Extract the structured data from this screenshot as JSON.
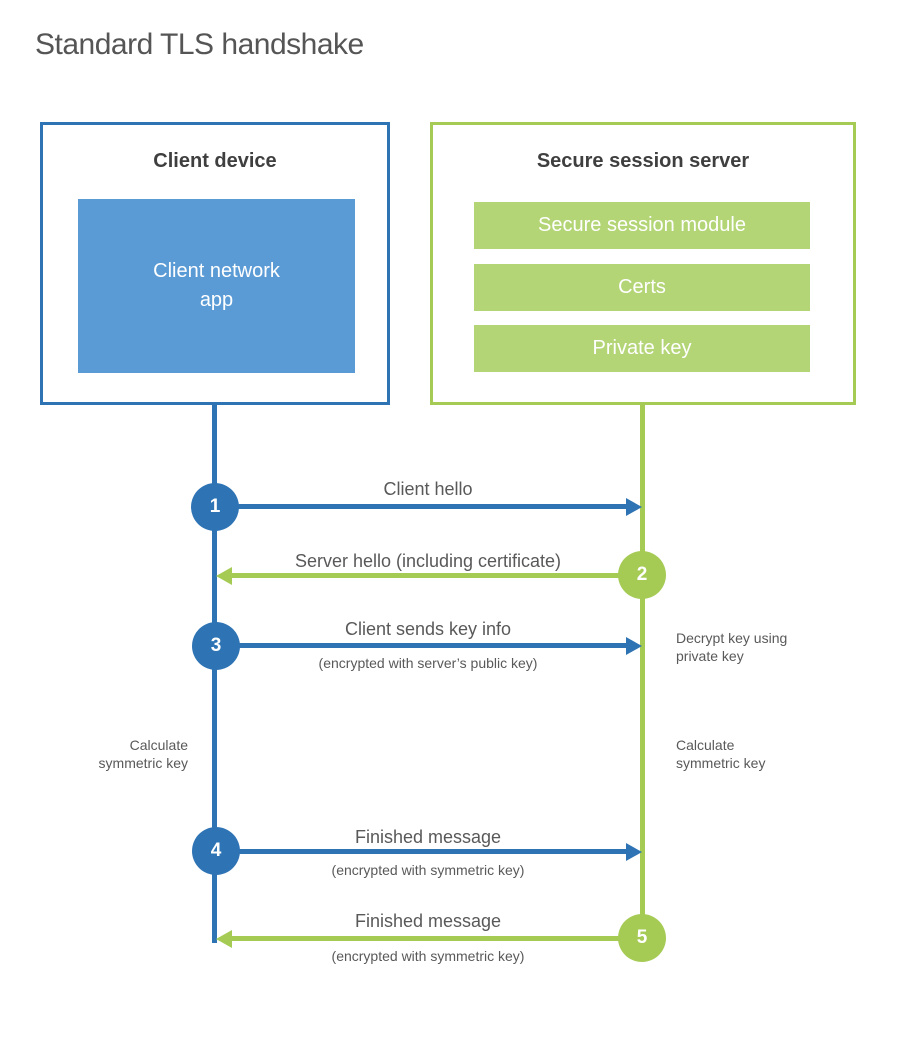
{
  "title": "Standard TLS handshake",
  "colors": {
    "blue_accent": "#2e74b5",
    "blue_fill": "#5b9bd5",
    "green_accent": "#a5cb55",
    "green_fill": "#b3d576",
    "text_gray": "#595959",
    "heading_dark": "#3f3f3f"
  },
  "client": {
    "title": "Client device",
    "app_label": "Client network\napp"
  },
  "server": {
    "title": "Secure session server",
    "modules": [
      "Secure session module",
      "Certs",
      "Private key"
    ]
  },
  "steps": [
    {
      "num": "1",
      "actor": "client",
      "direction": "right",
      "label": "Client hello",
      "sublabel": ""
    },
    {
      "num": "2",
      "actor": "server",
      "direction": "left",
      "label": "Server hello (including certificate)",
      "sublabel": ""
    },
    {
      "num": "3",
      "actor": "client",
      "direction": "right",
      "label": "Client sends key info",
      "sublabel": "(encrypted with server’s public key)",
      "server_note": "Decrypt key using\nprivate key"
    },
    {
      "num": "4",
      "actor": "client",
      "direction": "right",
      "label": "Finished message",
      "sublabel": "(encrypted with symmetric key)"
    },
    {
      "num": "5",
      "actor": "server",
      "direction": "left",
      "label": "Finished message",
      "sublabel": "(encrypted with symmetric key)"
    }
  ],
  "annotations": {
    "client_calculate": "Calculate\nsymmetric key",
    "server_calculate": "Calculate\nsymmetric key"
  }
}
